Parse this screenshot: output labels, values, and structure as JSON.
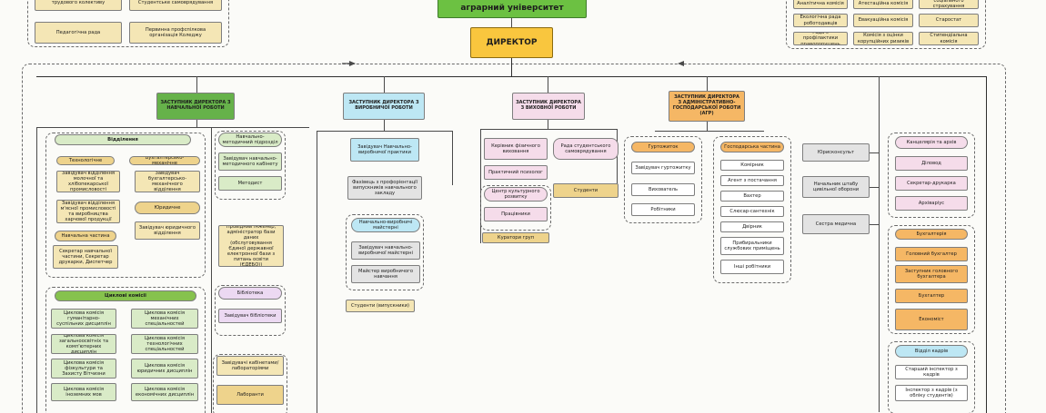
{
  "top": {
    "university": "аграрний університет",
    "director": "ДИРЕКТОР"
  },
  "top_left": {
    "labour_collective": "трудового колективу",
    "student_government": "Студентське самоврядування",
    "pedagogical_council": "Педагогічна рада",
    "trade_union": "Первинна профспілкова організація Коледжу"
  },
  "top_right": {
    "analytical_commission": "Аналітична комісія",
    "attestation_commission": "Атестаційна комісія",
    "eco_council": "Екологічна рада роботодавців",
    "exchange_commission": "Евакуаційна комісія",
    "prevention_council": "Рада з профілактики правопорушень",
    "anticorruption": "Комісія з оцінки корупційних ризиків",
    "elder": "Старостат",
    "scholarship": "Стипендіальна комісія",
    "social_insurance": "соціального страхування"
  },
  "deputies": {
    "academic": "ЗАСТУПНИК ДИРЕКТОРА З НАВЧАЛЬНОЇ РОБОТИ",
    "production": "ЗАСТУПНИК ДИРЕКТОРА З ВИРОБНИЧОЇ РОБОТИ",
    "educational": "ЗАСТУПНИК ДИРЕКТОРА З ВИХОВНОЇ РОБОТИ",
    "admin": "ЗАСТУПНИК ДИРЕКТОРА З АДМІНІСТРАТИВНО-ГОСПОДАРСЬКОЇ РОБОТИ (АГР)"
  },
  "academic": {
    "departments": "Відділення",
    "technological": "Технологічне",
    "accounting_mech": "Бухгалтерсько-механічне",
    "head_dairy": "Завідувач відділення молочної та хлібопекарської промисловості",
    "head_accounting": "Завідувач бухгалтерсько-механічного відділення",
    "head_meat": "Завідувач відділення м'ясної промисловості та виробництва харчової продукції",
    "legal": "Юридичне",
    "head_legal": "Завідувач юридичного відділення",
    "edu_unit": "Навчальна частина",
    "secretary": "Секретар навчальної частини, Секретар друкарки, Диспетчер",
    "method_unit": "Навчально-методичний підрозділ",
    "head_method": "Завідувач навчально-методичного кабінету",
    "methodist": "Методист",
    "edebo": "Провідний інженер, адміністратор бази даних (обслуговування Єдиної державної електронної бази з питань освіти (ЄДЕБО))",
    "library": "Бібліотека",
    "head_library": "Завідувач бібліотеки",
    "cabinets": "Завідувачі кабінетами/ лабораторіями",
    "labs": "Лаборанти",
    "cycle_commissions": "Циклові комісії",
    "cc1": "Циклова комісія гуманітарно-суспільних дисциплін",
    "cc2": "Циклова комісія механічних спеціальностей",
    "cc3": "Циклова комісія загальноосвітніх та комп'ютерних дисциплін",
    "cc4": "Циклова комісія технологічних спеціальностей",
    "cc5": "Циклова комісія фізкультури та Захисту Вітчизни",
    "cc6": "Циклова комісія юридичних дисциплін",
    "cc7": "Циклова комісія іноземних мов",
    "cc8": "Циклова комісія економічних дисциплін"
  },
  "production": {
    "head_practice": "Завідувач Навчально-виробничої практики",
    "career": "Фахівець з профорієнтації випускників навчального закладу",
    "workshops": "Навчально-виробничі майстерні",
    "head_workshops": "Завідувач навчально-виробничої майстерні",
    "master": "Майстер виробничого навчання",
    "graduates": "Студенти (випускники)"
  },
  "educational": {
    "phys_ed": "Керівник фізичного виховання",
    "psychologist": "Практичний психолог",
    "culture_center": "Центр культурного розвитку",
    "staff": "Працівники",
    "curators": "Куратори груп",
    "student_council": "Рада студентського самоврядування",
    "students": "Студенти"
  },
  "admin": {
    "dormitories": "Гуртожиток",
    "head_dormitory": "Завідувач гуртожитку",
    "educator": "Вихователь",
    "workers": "Робітники",
    "household": "Господарська частина",
    "kitchen": "Комірник",
    "agent": "Агент з постачання",
    "guard": "Вахтер",
    "plumber": "Слюсар-сантехнік",
    "janitor": "Двірник",
    "cleaners": "Прибиральники службових приміщень",
    "other": "Інші робітники"
  },
  "right": {
    "lawyer": "Юрисконсульт",
    "civil_defense": "Начальник штабу цивільної оборони",
    "nurse": "Сестра медична",
    "office": "Канцелярія та архів",
    "clerk": "Діловод",
    "typist": "Секретар-друкарка",
    "archivist": "Архіваріус",
    "accounting": "Бухгалтерія",
    "chief_accountant": "Головний бухгалтер",
    "deputy_accountant": "Заступник головного бухгалтера",
    "accountant": "Бухгалтер",
    "economist": "Економіст",
    "hr": "Відділ кадрів",
    "senior_hr": "Старший інспектор з кадрів",
    "hr_inspector": "Інспектор з кадрів (з обліку студентів)"
  }
}
